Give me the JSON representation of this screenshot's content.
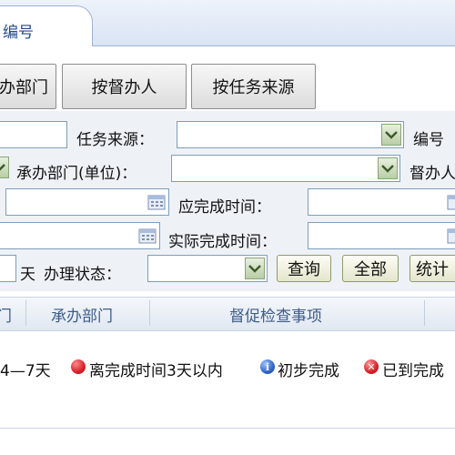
{
  "header": {
    "tab_label": "编号"
  },
  "subtabs": [
    {
      "label": "办部门"
    },
    {
      "label": "按督办人"
    },
    {
      "label": "按任务来源"
    }
  ],
  "filters": {
    "task_source_label": "任务来源：",
    "number_label": "编号",
    "dept_label": "承办部门(单位)：",
    "supervisor_label": "督办人",
    "due_time_label": "应完成时间：",
    "actual_time_label": "实际完成时间：",
    "days_unit": "天",
    "status_label": "办理状态："
  },
  "buttons": {
    "query": "查询",
    "all": "全部",
    "stats": "统计"
  },
  "table": {
    "headers": [
      "门",
      "承办部门",
      "督促检查事项"
    ]
  },
  "legend": [
    {
      "text": "4—7天"
    },
    {
      "icon": "red-dot-icon",
      "color": "#d8202a",
      "text": "离完成时间3天以内"
    },
    {
      "icon": "info-icon",
      "color": "#2f66c8",
      "text": "初步完成"
    },
    {
      "icon": "x-icon",
      "color": "#d8202a",
      "text": "已到完成"
    }
  ]
}
